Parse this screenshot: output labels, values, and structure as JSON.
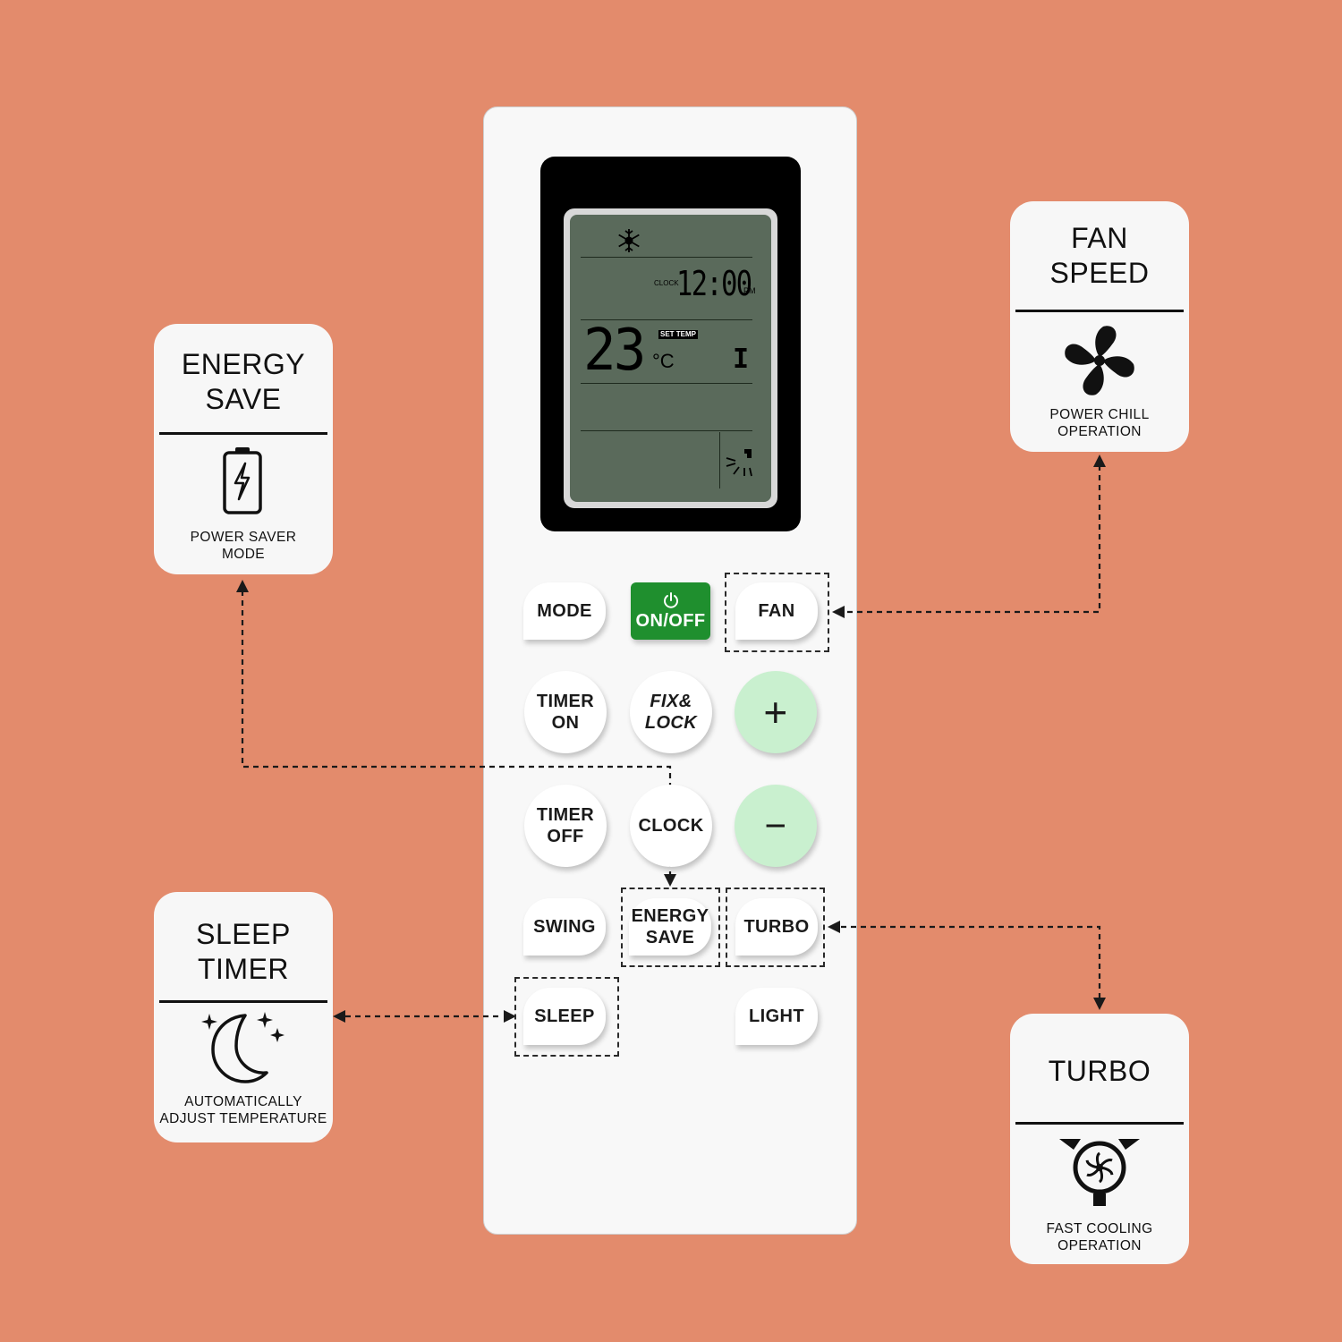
{
  "lcd": {
    "clock_label": "CLOCK",
    "clock_time": "12:00",
    "clock_period": "PM",
    "set_temp_label": "SET TEMP",
    "temperature": "23",
    "unit": "°C",
    "fan_level": "I"
  },
  "buttons": {
    "mode": "MODE",
    "on_off": "ON/OFF",
    "fan": "FAN",
    "timer_on": "TIMER\nON",
    "fix_lock": "FIX&\nLOCK",
    "plus": "+",
    "timer_off": "TIMER\nOFF",
    "clock": "CLOCK",
    "minus": "−",
    "swing": "SWING",
    "energy_save": "ENERGY\nSAVE",
    "turbo": "TURBO",
    "sleep": "SLEEP",
    "light": "LIGHT"
  },
  "callouts": {
    "energy_save": {
      "title": "ENERGY\nSAVE",
      "description": "POWER SAVER\nMODE",
      "icon": "battery-bolt-icon"
    },
    "fan_speed": {
      "title": "FAN\nSPEED",
      "description": "POWER CHILL\nOPERATION",
      "icon": "fan-icon"
    },
    "sleep_timer": {
      "title": "SLEEP\nTIMER",
      "description": "AUTOMATICALLY\nADJUST TEMPERATURE",
      "icon": "moon-stars-icon"
    },
    "turbo": {
      "title": "TURBO",
      "description": "FAST COOLING\nOPERATION",
      "icon": "turbo-fan-icon"
    }
  },
  "colors": {
    "background": "#E38B6C",
    "power_button": "#1F8F2E",
    "temp_buttons": "#C9F0CF",
    "lcd": "#5A6A5B"
  }
}
